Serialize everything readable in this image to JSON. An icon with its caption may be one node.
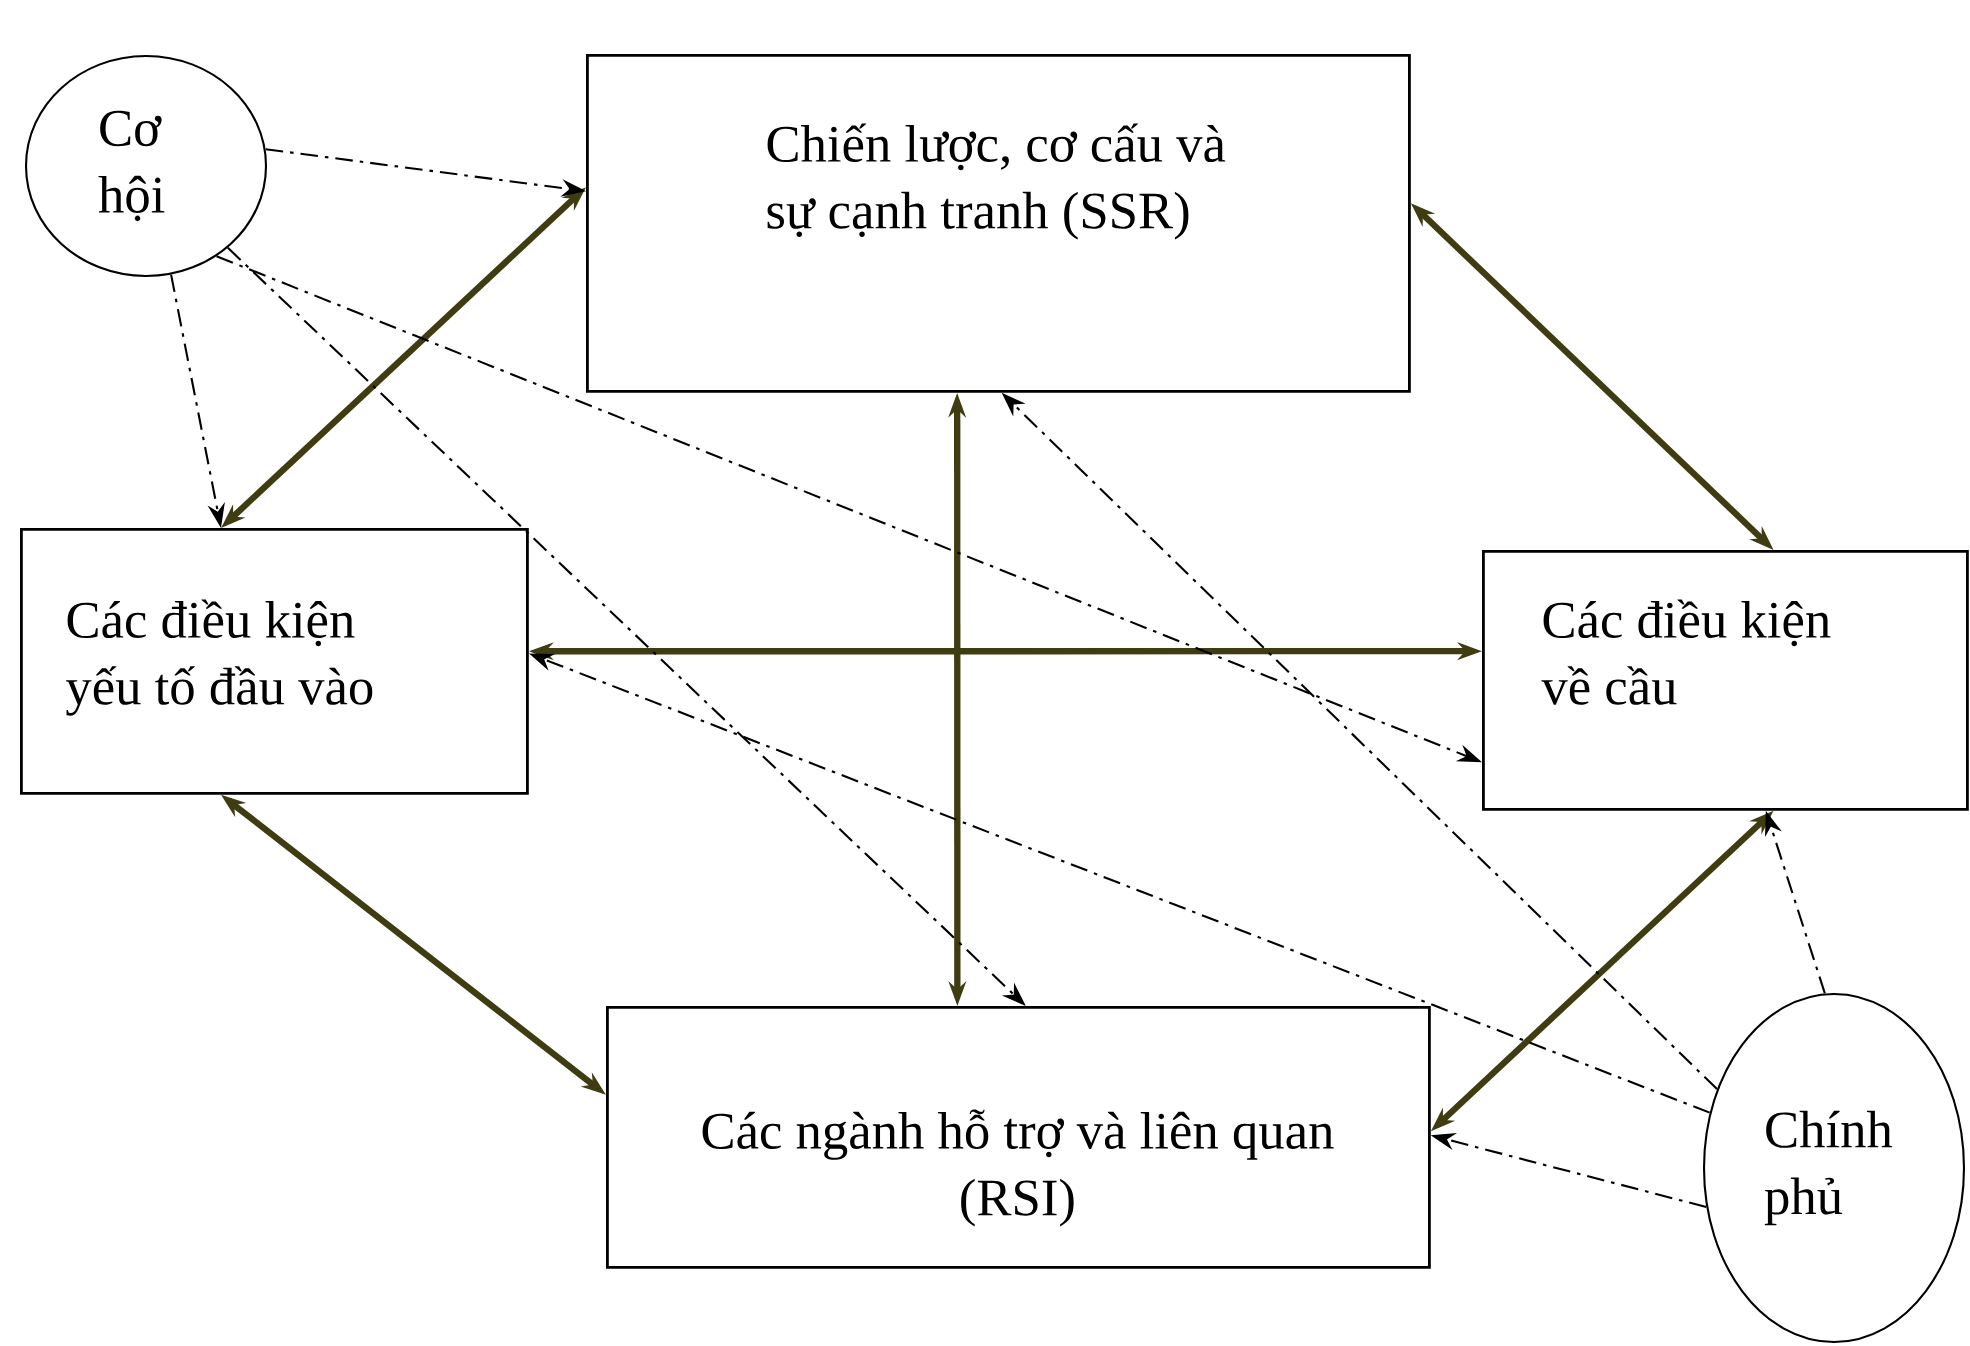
{
  "diagram": {
    "nodes": [
      {
        "text": [
          "Cơ hội"
        ]
      },
      {
        "text": [
          "Chiến lược, cơ cấu và sự cạnh tranh (SSR)"
        ]
      },
      {
        "text": [
          "Các điều kiện yếu tố đầu vào"
        ]
      },
      {
        "text": [
          "Các điều kiện về cầu"
        ]
      },
      {
        "text": [
          "Các ngành hỗ trợ và liên quan (RSI)"
        ]
      },
      {
        "text": [
          "Chính phủ"
        ]
      }
    ],
    "edges": [
      {
        "from": 1,
        "to": 2,
        "arrow": "both",
        "style": "thick",
        "color": "#403c12"
      },
      {
        "from": 1,
        "to": 3,
        "arrow": "both",
        "style": "thick",
        "color": "#403c12"
      },
      {
        "from": 1,
        "to": 4,
        "arrow": "both",
        "style": "thick",
        "color": "#403c12"
      },
      {
        "from": 2,
        "to": 3,
        "arrow": "both",
        "style": "thick",
        "color": "#403c12"
      },
      {
        "from": 2,
        "to": 4,
        "arrow": "both",
        "style": "thick",
        "color": "#403c12"
      },
      {
        "from": 3,
        "to": 4,
        "arrow": "both",
        "style": "thick",
        "color": "#403c12"
      },
      {
        "from": 0,
        "to": 1,
        "arrow": "to",
        "style": "dashed"
      },
      {
        "from": 0,
        "to": 2,
        "arrow": "to",
        "style": "dashed"
      },
      {
        "from": 0,
        "to": 4,
        "arrow": "to",
        "style": "dashed"
      },
      {
        "from": 0,
        "to": 3,
        "arrow": "to",
        "style": "dashed"
      },
      {
        "from": 5,
        "to": 1,
        "arrow": "to",
        "style": "dashed"
      },
      {
        "from": 5,
        "to": 2,
        "arrow": "to",
        "style": "dashed"
      },
      {
        "from": 5,
        "to": 3,
        "arrow": "to",
        "style": "dashed"
      },
      {
        "from": 5,
        "to": 4,
        "arrow": "to",
        "style": "dashed"
      }
    ]
  }
}
